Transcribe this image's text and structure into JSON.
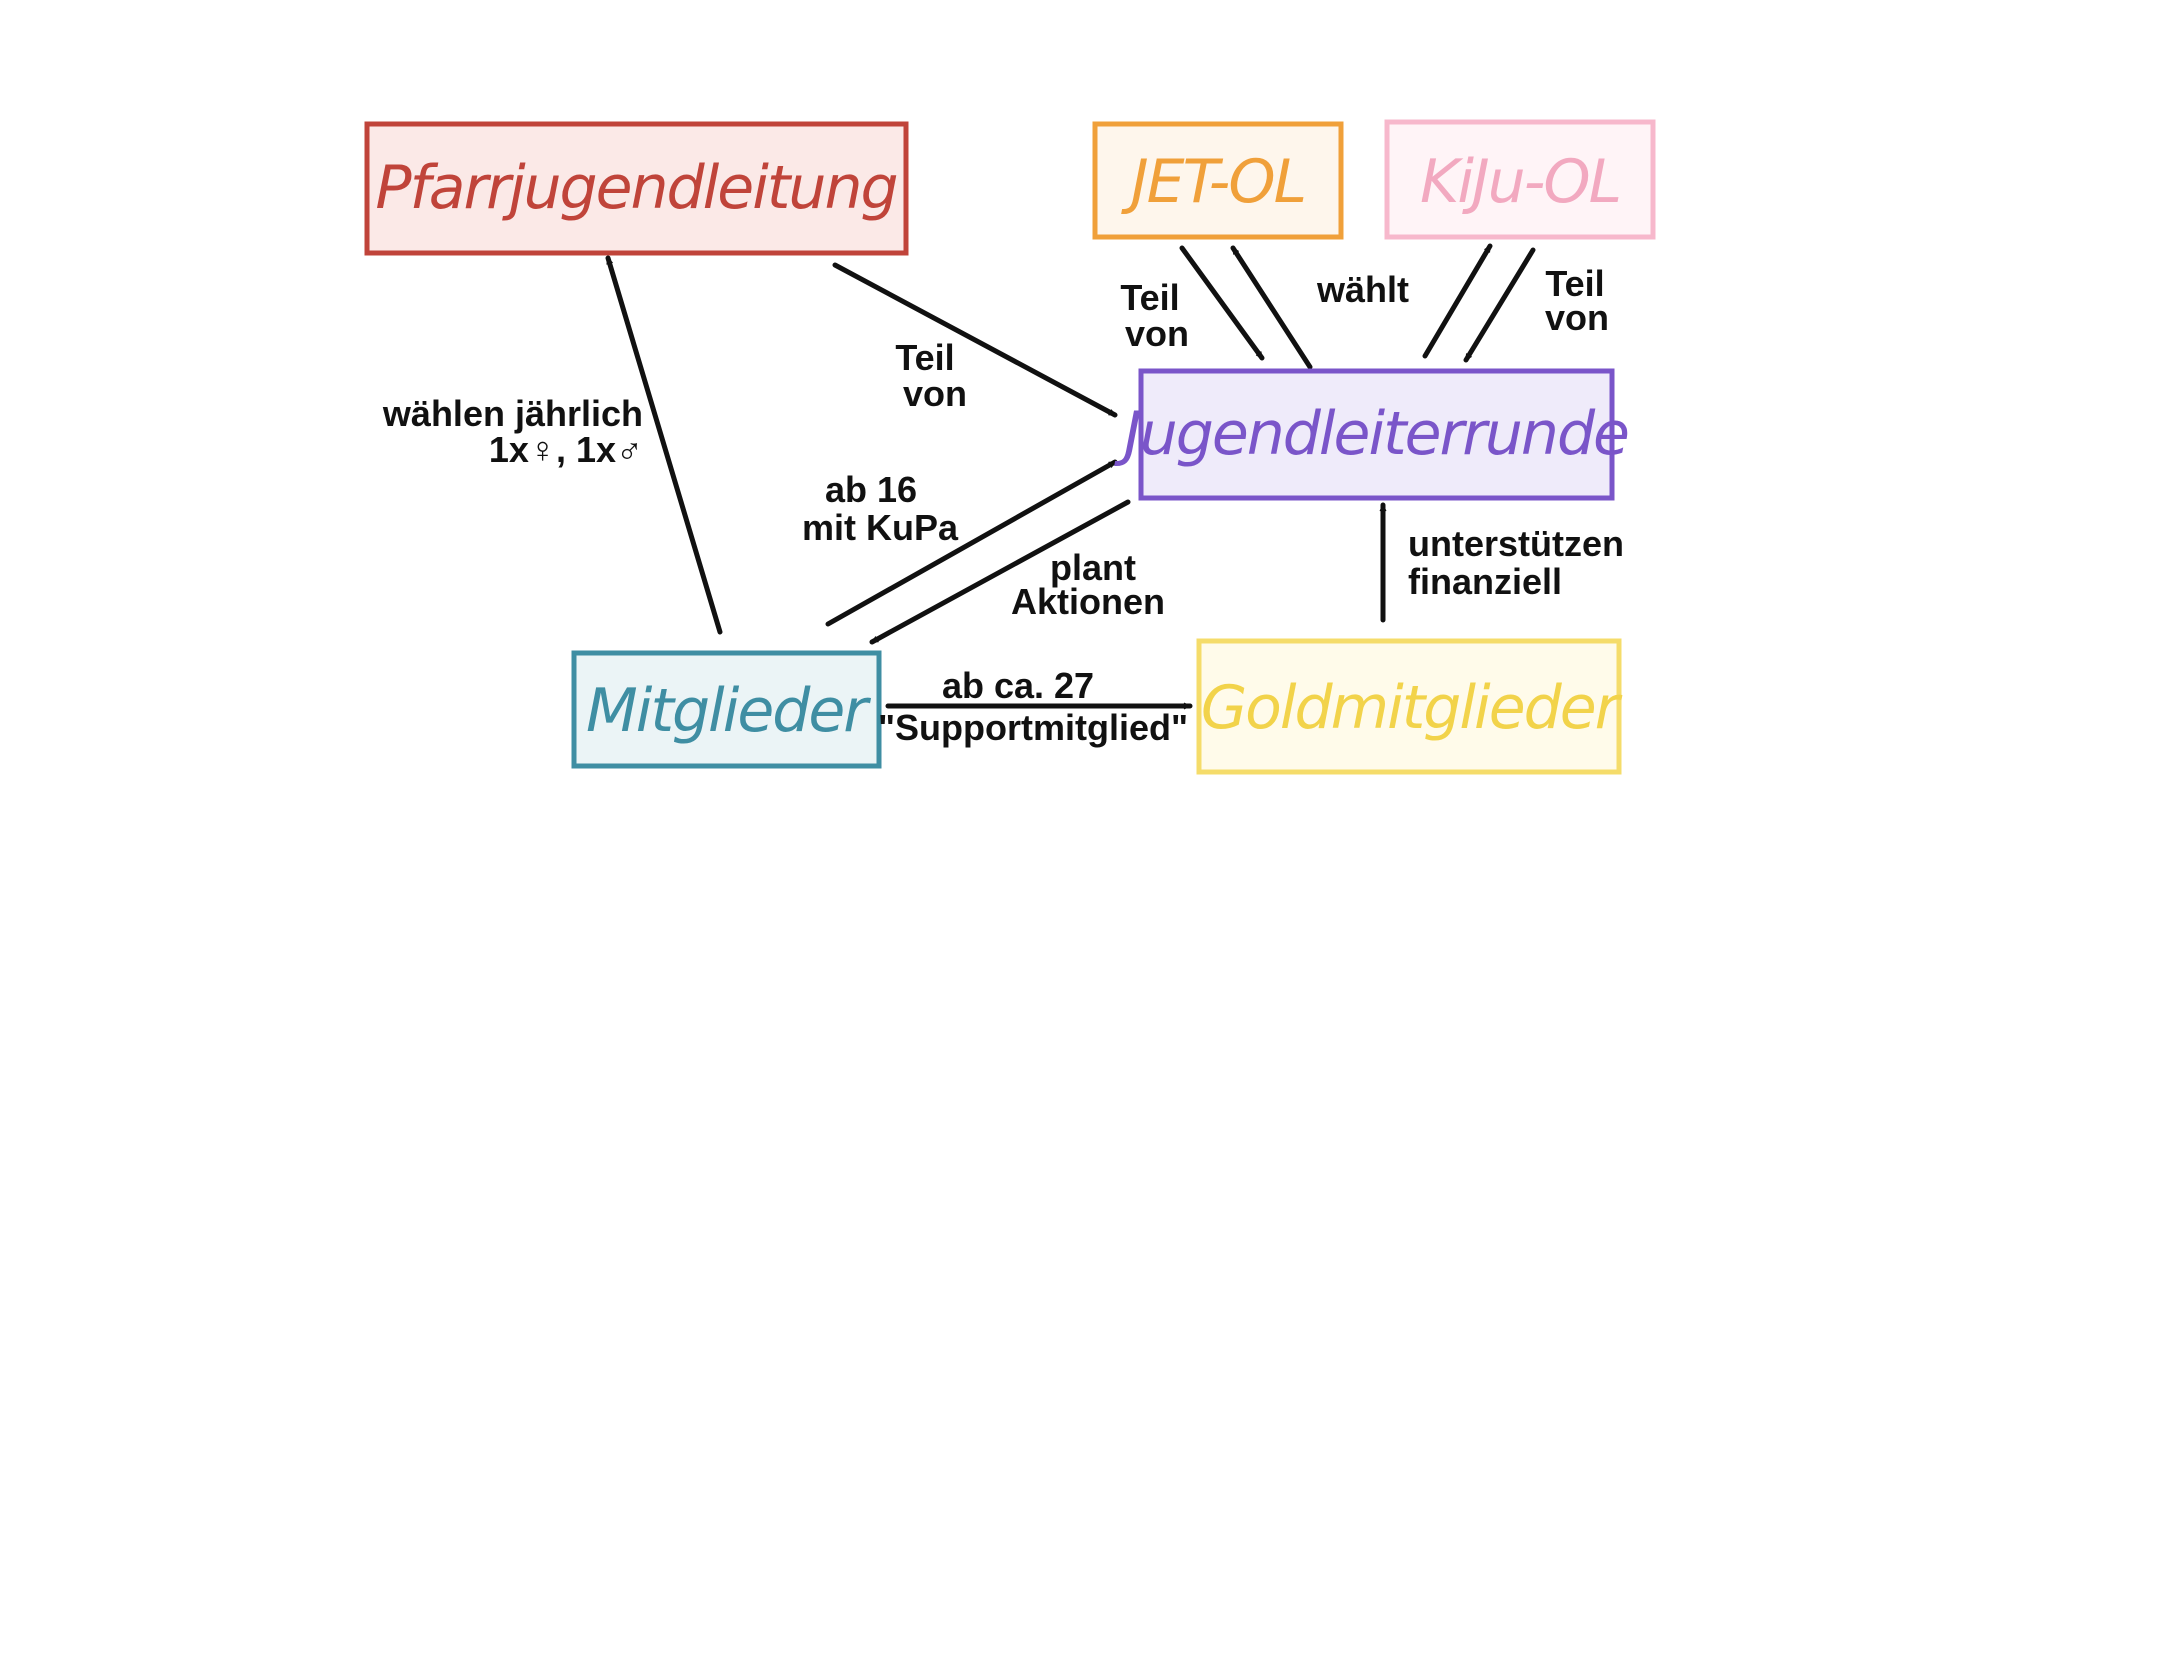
{
  "diagram": {
    "nodes": [
      {
        "id": "pfarrjugendleitung",
        "label": "Pfarrjugendleitung",
        "stroke": "#c0443a",
        "fill": "#fbe9e7",
        "text": "#c0443a"
      },
      {
        "id": "jet_ol",
        "label": "JET-OL",
        "stroke": "#f0a03a",
        "fill": "#fef6ec",
        "text": "#f0a03a"
      },
      {
        "id": "kiju_ol",
        "label": "KiJu-OL",
        "stroke": "#f7b8cc",
        "fill": "#fff4f7",
        "text": "#f2a9c0"
      },
      {
        "id": "jugendleiterrunde",
        "label": "Jugendleiterrunde",
        "stroke": "#7a55c9",
        "fill": "#efebfa",
        "text": "#7a55c9"
      },
      {
        "id": "mitglieder",
        "label": "Mitglieder",
        "stroke": "#3f8ea3",
        "fill": "#ebf4f6",
        "text": "#3f8ea3"
      },
      {
        "id": "goldmitglieder",
        "label": "Goldmitglieder",
        "stroke": "#f5dc6a",
        "fill": "#fffbea",
        "text": "#f2d34a"
      }
    ],
    "edges": [
      {
        "id": "mitglieder_to_pfarrjugendleitung",
        "label_lines": [
          "wählen jährlich",
          "1x♀, 1x♂"
        ]
      },
      {
        "id": "pfarrjugendleitung_to_jugendleiterrunde",
        "label_lines": [
          "Teil",
          "von"
        ]
      },
      {
        "id": "jet_ol_to_jugendleiterrunde",
        "label_lines": [
          "Teil",
          "von"
        ]
      },
      {
        "id": "jugendleiterrunde_to_jet_ol",
        "label_lines": [
          "wählt"
        ]
      },
      {
        "id": "jugendleiterrunde_to_kiju_ol",
        "label_lines": []
      },
      {
        "id": "kiju_ol_to_jugendleiterrunde",
        "label_lines": [
          "Teil",
          "von"
        ]
      },
      {
        "id": "mitglieder_to_jugendleiterrunde",
        "label_lines": [
          "ab 16",
          "mit KuPa"
        ]
      },
      {
        "id": "jugendleiterrunde_to_mitglieder",
        "label_lines": [
          "plant",
          "Aktionen"
        ]
      },
      {
        "id": "goldmitglieder_to_jugendleiterrunde",
        "label_lines": [
          "unterstützen",
          "finanziell"
        ]
      },
      {
        "id": "mitglieder_to_goldmitglieder",
        "label_lines": [
          "ab ca. 27",
          "\"Supportmitglied\""
        ]
      }
    ]
  }
}
